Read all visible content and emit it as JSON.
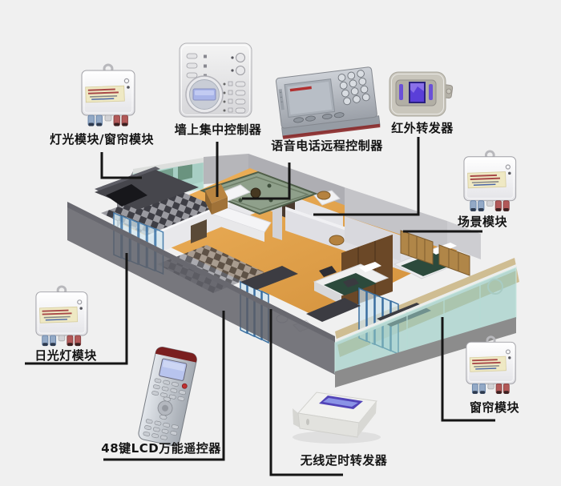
{
  "diagram": {
    "subject": "smart-home-control-system-diagram",
    "labels": {
      "light_curtain_module": "灯光模块/窗帘模块",
      "wall_controller": "墙上集中控制器",
      "voice_phone_controller": "语音电话远程控制器",
      "ir_repeater": "红外转发器",
      "scene_module": "场景模块",
      "curtain_module": "窗帘模块",
      "fluorescent_module": "日光灯模块",
      "lcd_remote": "48键LCD万能遥控器",
      "wireless_timer_repeater": "无线定时转发器"
    },
    "colors": {
      "background": "#f0f0f0",
      "connector_line": "#151515",
      "label_text": "#141414",
      "floor_wood": "#e2a14b",
      "glass_teal": "#9fd2c8",
      "wall_gray": "#a8a8ad",
      "module_body": "#fafafa",
      "clip_blue": "#93a9c6",
      "clip_red": "#b25858",
      "lcd_blue": "#a8b4e8",
      "device_silver": "#b8bcc2",
      "ir_glow": "#5a3fd8"
    }
  }
}
